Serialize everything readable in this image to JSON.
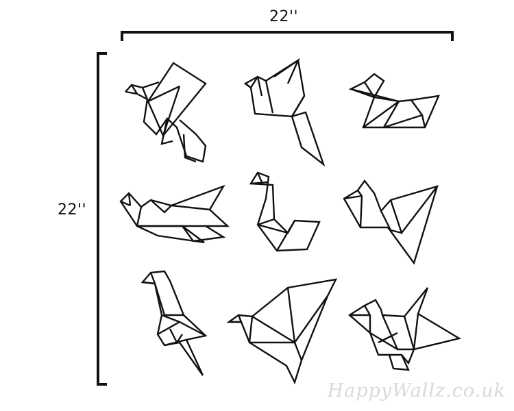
{
  "dimensions": {
    "width_label": "22''",
    "height_label": "22''"
  },
  "birds": [
    {
      "name": "origami-pigeon-icon"
    },
    {
      "name": "origami-dove-flying-icon"
    },
    {
      "name": "origami-duck-icon"
    },
    {
      "name": "origami-crane-flat-icon"
    },
    {
      "name": "origami-swan-icon"
    },
    {
      "name": "origami-crane-icon"
    },
    {
      "name": "origami-eagle-icon"
    },
    {
      "name": "origami-bird-wings-up-icon"
    },
    {
      "name": "origami-bird-standing-icon"
    }
  ],
  "watermark": "HappyWallz.co.uk",
  "colors": {
    "line": "#111111",
    "watermark": "#d9d9d9",
    "background": "#ffffff"
  }
}
